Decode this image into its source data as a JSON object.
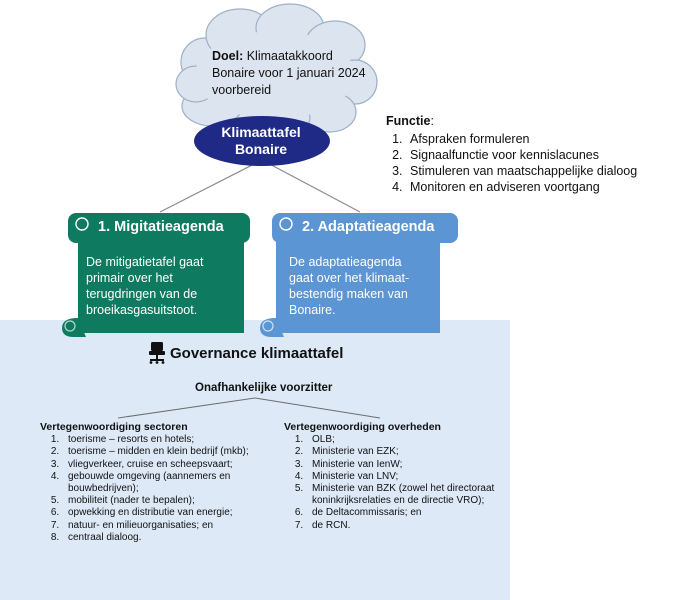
{
  "cloud": {
    "goal_label": "Doel:",
    "goal_text": " Klimaatakkoord Bonaire voor 1 januari 2024 voorbereid"
  },
  "center": {
    "line1": "Klimaattafel",
    "line2": "Bonaire"
  },
  "functie": {
    "title": "Functie",
    "colon": ":",
    "items": [
      "Afspraken formuleren",
      "Signaalfunctie voor kennislacunes",
      "Stimuleren van maatschappelijke dialoog",
      "Monitoren en adviseren voortgang"
    ]
  },
  "mitigatie": {
    "title": "1. Migitatieagenda",
    "body": "De mitigatietafel gaat primair over het terugdringen van de broeikasgasuitstoot."
  },
  "adaptatie": {
    "title": "2. Adaptatieagenda",
    "body": "De adaptatieagenda gaat over het klimaat-bestendig maken van Bonaire."
  },
  "governance": {
    "title": "Governance klimaattafel",
    "chair_label": "Onafhankelijke voorzitter",
    "sectoren": {
      "header": "Vertegenwoordiging sectoren",
      "items": [
        "toerisme – resorts en hotels;",
        "toerisme – midden en klein bedrijf (mkb);",
        "vliegverkeer, cruise en scheepsvaart;",
        "gebouwde omgeving (aannemers en bouwbedrijven);",
        "mobiliteit (nader te bepalen);",
        "opwekking en distributie van energie;",
        "natuur- en milieuorganisaties; en",
        "centraal dialoog."
      ]
    },
    "overheden": {
      "header": "Vertegenwoordiging overheden",
      "items": [
        "OLB;",
        "Ministerie van EZK;",
        "Ministerie van IenW;",
        "Ministerie van LNV;",
        "Ministerie van BZK (zowel het directoraat koninkrijksrelaties en de directie VRO);",
        "de Deltacommissaris; en",
        "de RCN."
      ]
    }
  },
  "colors": {
    "cloud": "#dbe4ef",
    "cloud_stroke": "#9fb0c6",
    "ellipse": "#1f2a86",
    "green": "#0e7a5f",
    "blue": "#5b95d3",
    "panel": "#dde9f7"
  },
  "icons": {
    "governance": "office-chair-icon"
  }
}
